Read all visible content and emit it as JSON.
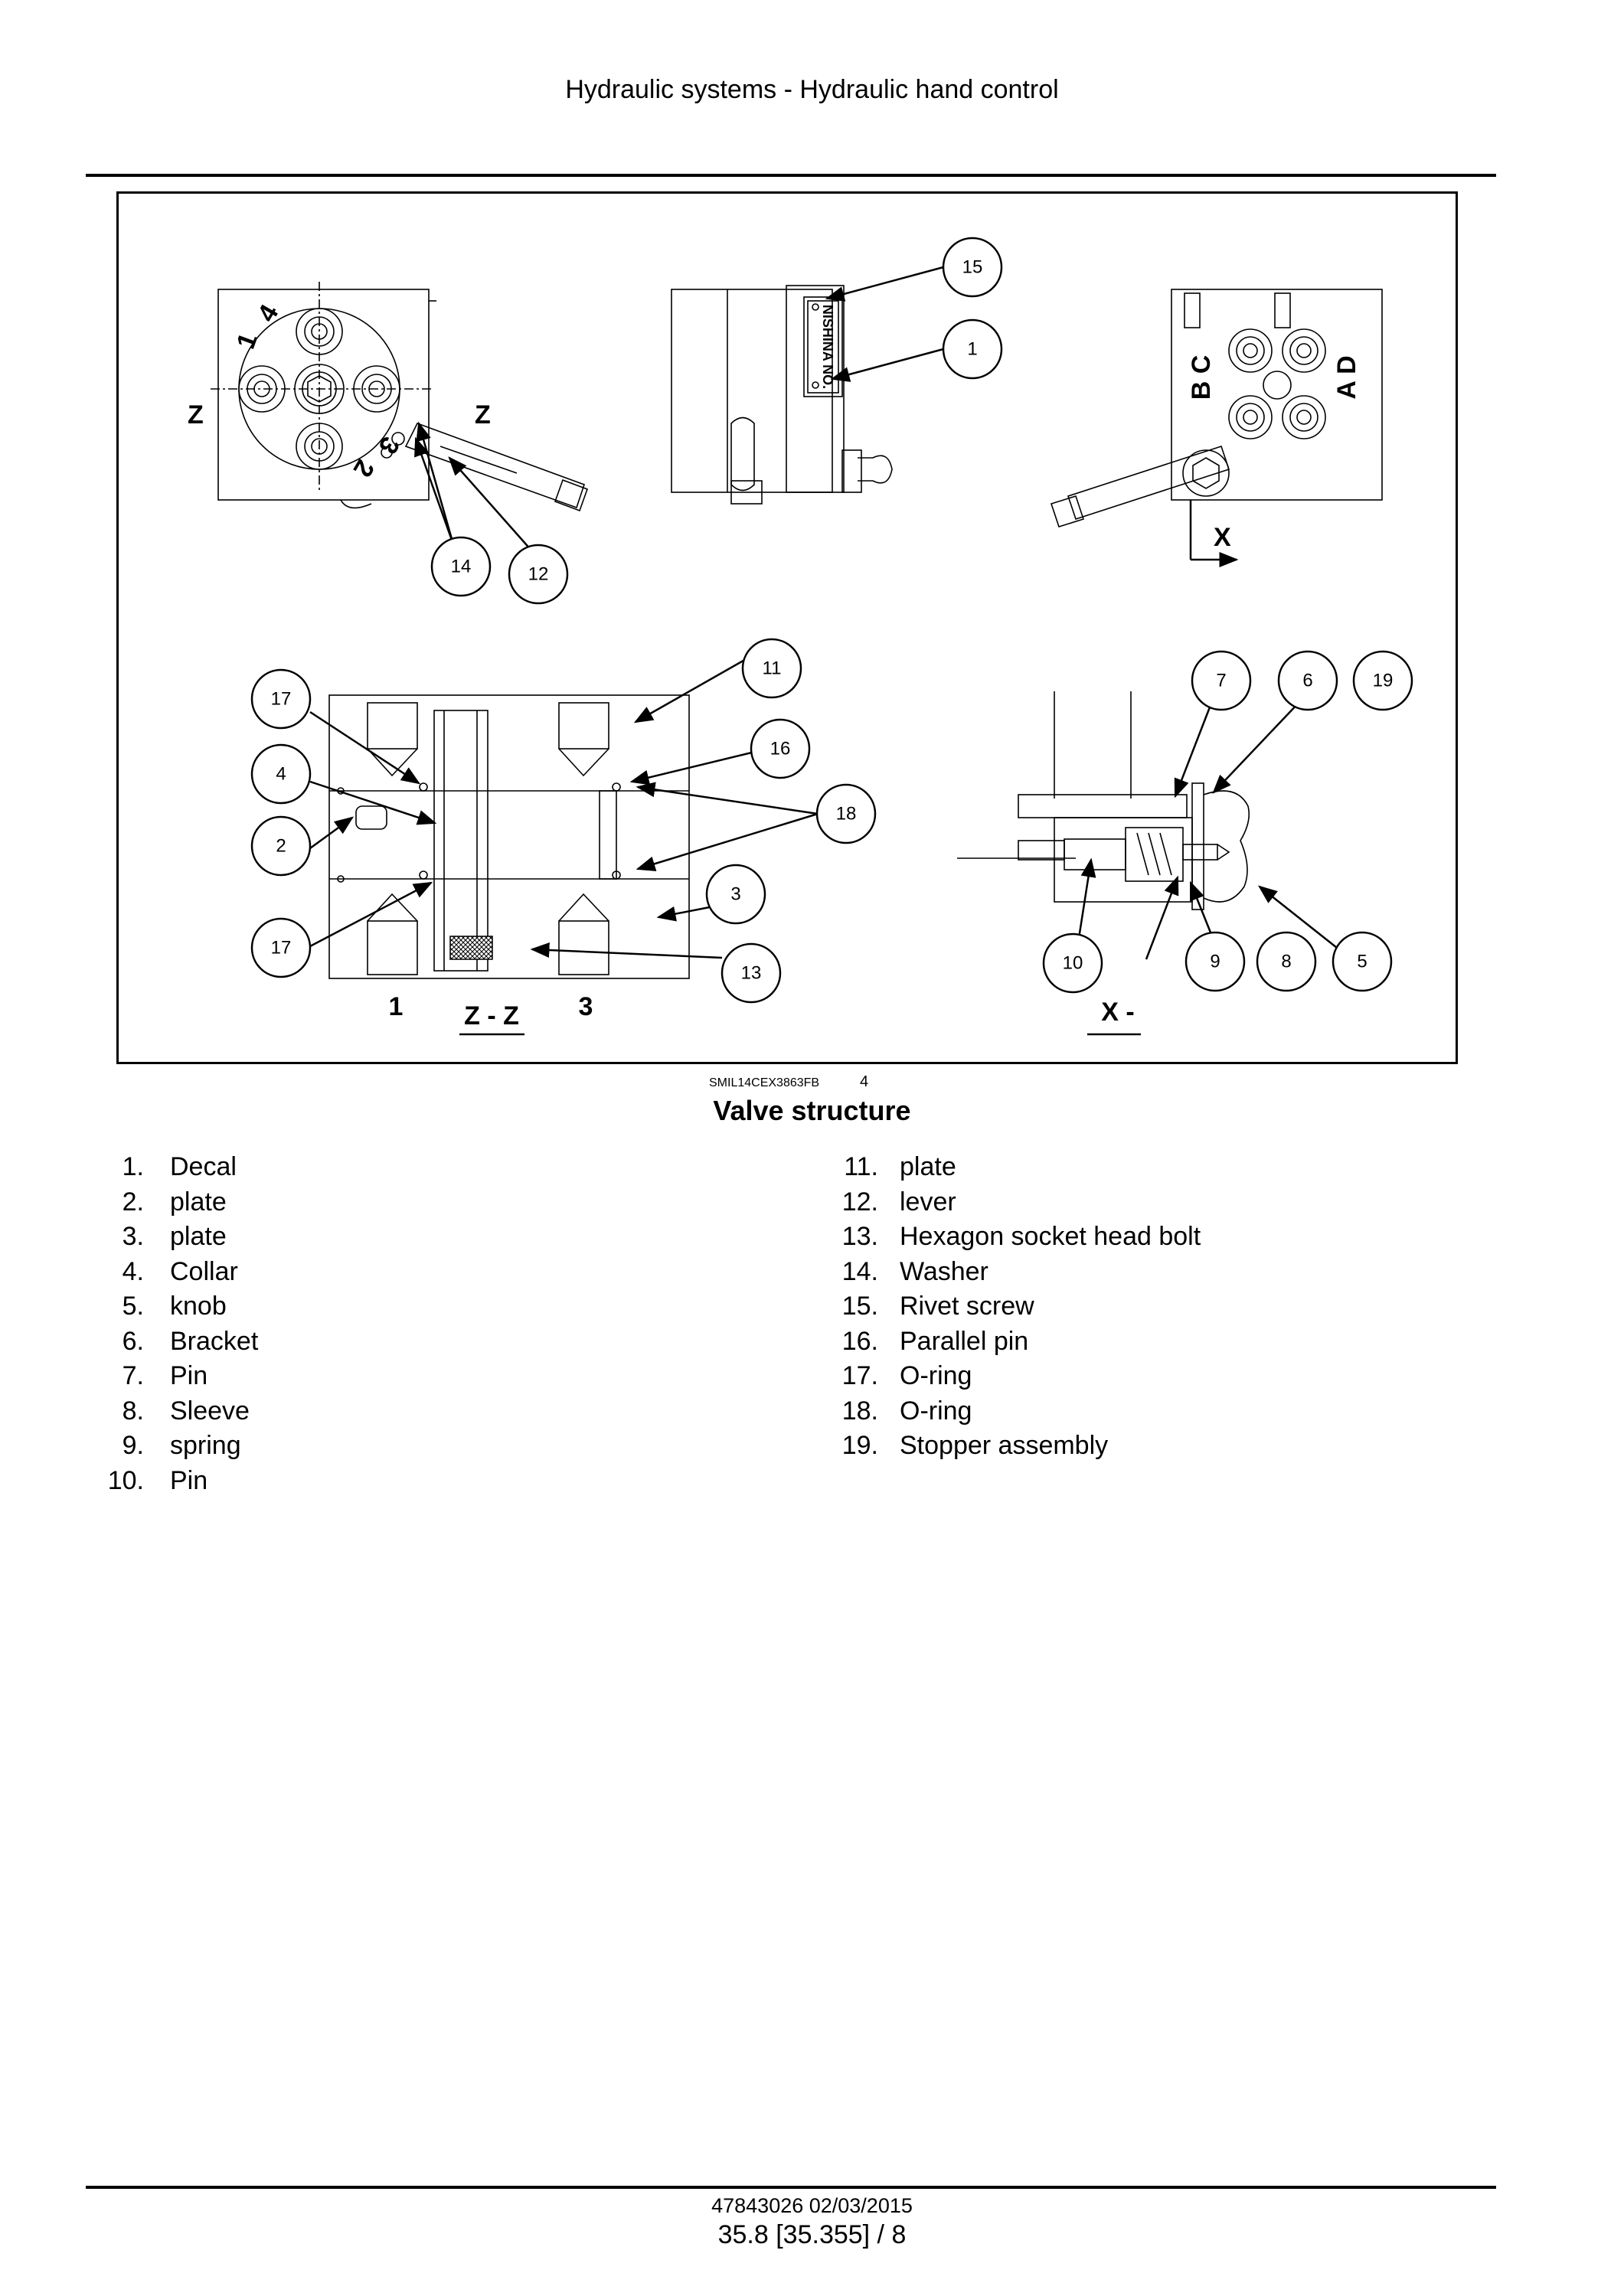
{
  "header": {
    "title": "Hydraulic systems - Hydraulic hand control"
  },
  "figure": {
    "reference": "SMIL14CEX3863FB",
    "number": "4",
    "caption": "Valve structure",
    "view_labels": {
      "z_left": "Z",
      "z_right": "Z",
      "x_mark": "X",
      "section_zz": "Z - Z",
      "section_x": "X -",
      "port_1": "1",
      "port_3": "3",
      "ports_bc": "B C",
      "ports_ad": "A D"
    },
    "callouts": {
      "c15": "15",
      "c1": "1",
      "c14": "14",
      "c12": "12",
      "c11": "11",
      "c17a": "17",
      "c4": "4",
      "c16": "16",
      "c18": "18",
      "c2": "2",
      "c3": "3",
      "c17b": "17",
      "c13": "13",
      "c7": "7",
      "c6": "6",
      "c19": "19",
      "c10": "10",
      "c9": "9",
      "c8": "8",
      "c5": "5"
    }
  },
  "legend_left": [
    {
      "num": "1.",
      "label": "Decal"
    },
    {
      "num": "2.",
      "label": "plate"
    },
    {
      "num": "3.",
      "label": "plate"
    },
    {
      "num": "4.",
      "label": "Collar"
    },
    {
      "num": "5.",
      "label": "knob"
    },
    {
      "num": "6.",
      "label": "Bracket"
    },
    {
      "num": "7.",
      "label": "Pin"
    },
    {
      "num": "8.",
      "label": "Sleeve"
    },
    {
      "num": "9.",
      "label": "spring"
    },
    {
      "num": "10.",
      "label": "Pin"
    }
  ],
  "legend_right": [
    {
      "num": "11.",
      "label": "plate"
    },
    {
      "num": "12.",
      "label": "lever"
    },
    {
      "num": "13.",
      "label": "Hexagon socket head bolt"
    },
    {
      "num": "14.",
      "label": "Washer"
    },
    {
      "num": "15.",
      "label": "Rivet screw"
    },
    {
      "num": "16.",
      "label": "Parallel pin"
    },
    {
      "num": "17.",
      "label": "O-ring"
    },
    {
      "num": "18.",
      "label": "O-ring"
    },
    {
      "num": "19.",
      "label": "Stopper assembly"
    }
  ],
  "footer": {
    "doc_code": "47843026 02/03/2015",
    "page": "35.8 [35.355] / 8"
  }
}
